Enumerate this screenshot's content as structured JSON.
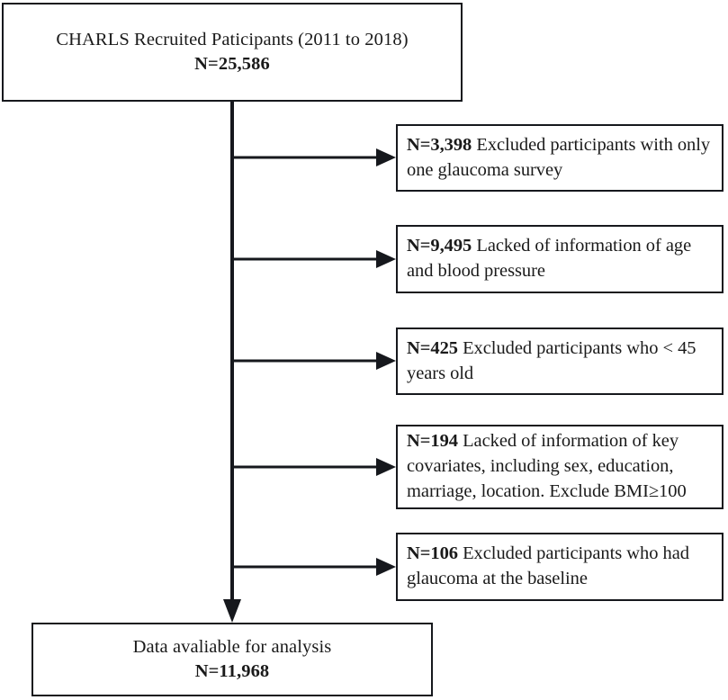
{
  "diagram": {
    "type": "flowchart",
    "title_node": {
      "line1": "CHARLS Recruited Paticipants (2011 to 2018)",
      "line2": "N=25,586"
    },
    "final_node": {
      "line1": "Data avaliable for analysis",
      "line2": "N=11,968"
    },
    "exclusions": [
      {
        "count_label": "N=3,398",
        "reason": " Excluded participants with only one glaucoma survey"
      },
      {
        "count_label": "N=9,495",
        "reason": " Lacked of information of age and blood pressure"
      },
      {
        "count_label": "N=425",
        "reason": " Excluded participants who < 45 years old"
      },
      {
        "count_label": "N=194",
        "reason": " Lacked of information of key covariates, including sex, education, marriage, location. Exclude BMI≥100"
      },
      {
        "count_label": "N=106",
        "reason": " Excluded participants who had glaucoma at the baseline"
      }
    ],
    "colors": {
      "border": "#16181d",
      "text": "#1a1a1a",
      "background": "#ffffff",
      "connector": "#16181d"
    }
  }
}
